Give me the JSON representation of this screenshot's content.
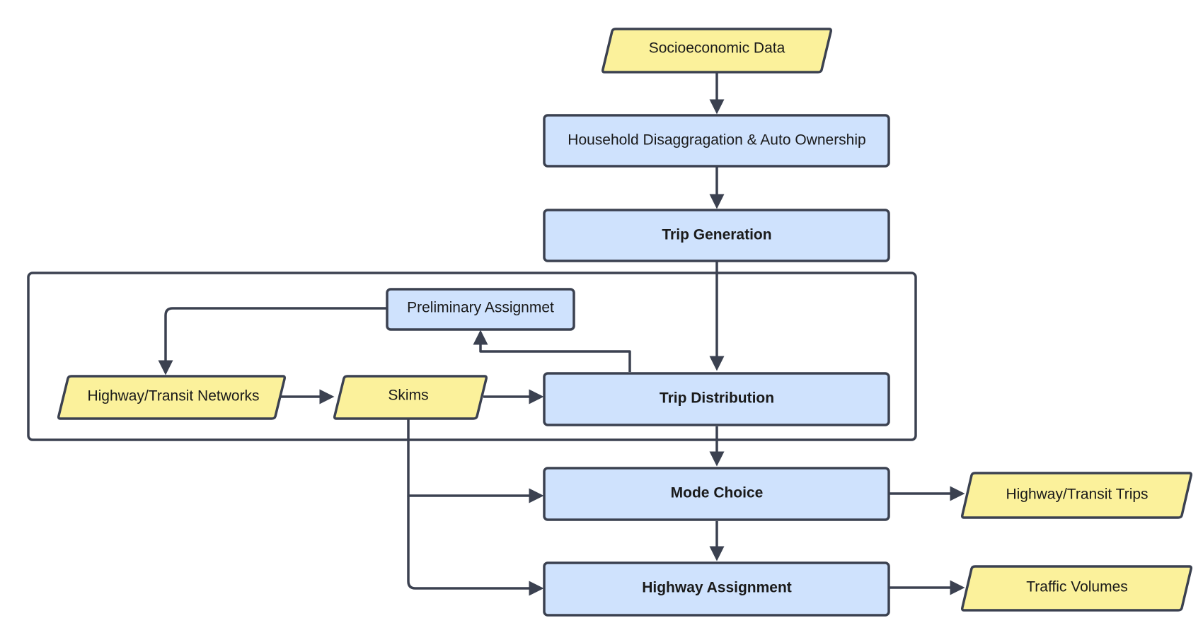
{
  "colors": {
    "process_fill": "#cfe2fd",
    "data_fill": "#fbf19b",
    "stroke": "#3b4150",
    "text": "#1a1a1a"
  },
  "nodes": {
    "socioeconomic_data": "Socioeconomic Data",
    "household": "Household Disaggragation & Auto Ownership",
    "trip_generation": "Trip Generation",
    "preliminary_assignment": "Preliminary Assignmet",
    "networks": "Highway/Transit Networks",
    "skims": "Skims",
    "trip_distribution": "Trip Distribution",
    "mode_choice": "Mode Choice",
    "transit_trips": "Highway/Transit Trips",
    "highway_assignment": "Highway Assignment",
    "traffic_volumes": "Traffic Volumes"
  }
}
